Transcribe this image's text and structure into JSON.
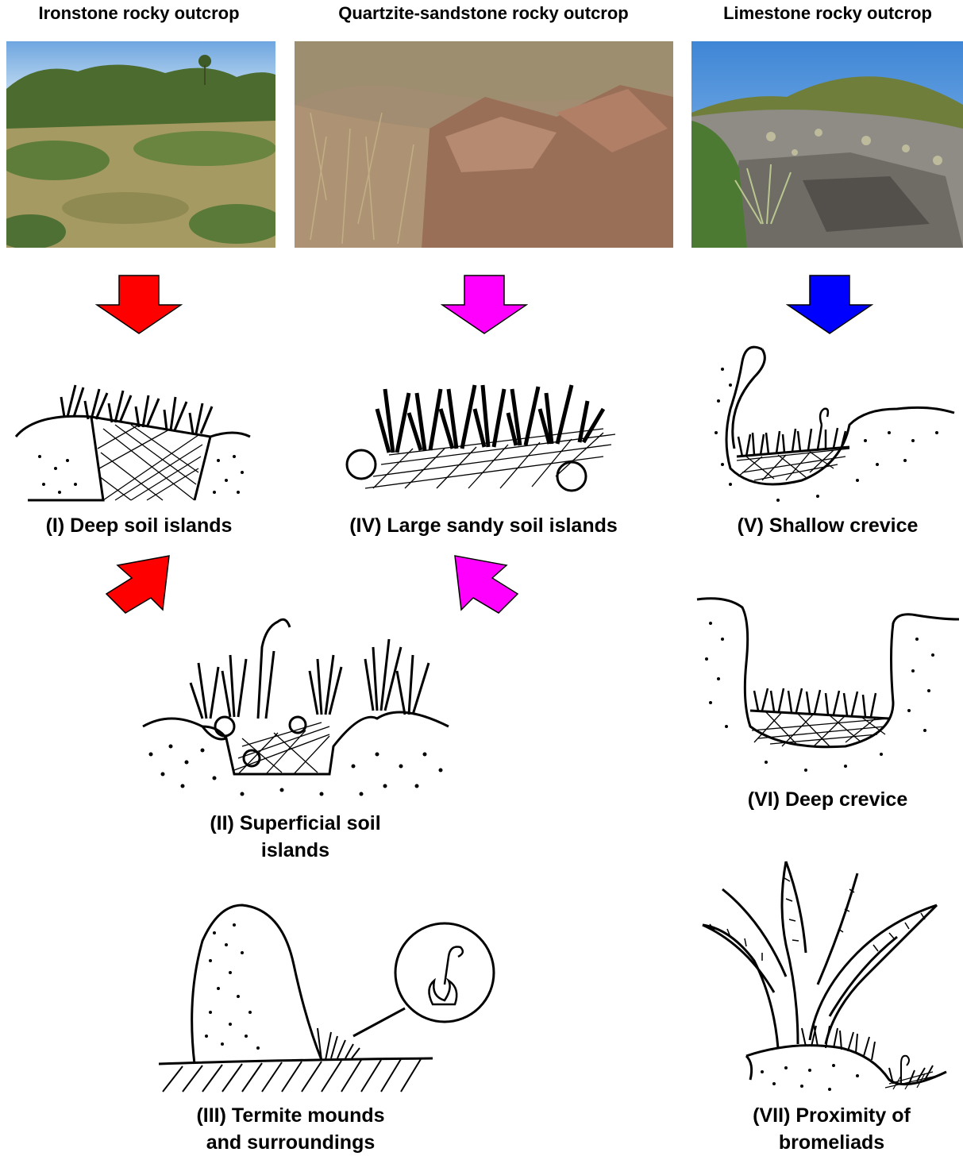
{
  "columns": [
    {
      "title": "Ironstone rocky outcrop",
      "arrow_color": "#ff0000"
    },
    {
      "title": "Quartzite-sandstone rocky outcrop",
      "arrow_color": "#ff00ff"
    },
    {
      "title": "Limestone rocky outcrop",
      "arrow_color": "#0000ff"
    }
  ],
  "microhabitats": {
    "i": "(I) Deep soil islands",
    "ii_line1": "(II) Superficial soil",
    "ii_line2": "islands",
    "iii_line1": "(III) Termite mounds",
    "iii_line2": "and surroundings",
    "iv": "(IV) Large sandy soil islands",
    "v": "(V) Shallow crevice",
    "vi": "(VI) Deep crevice",
    "vii_line1": "(VII) Proximity of",
    "vii_line2": "bromeliads"
  }
}
